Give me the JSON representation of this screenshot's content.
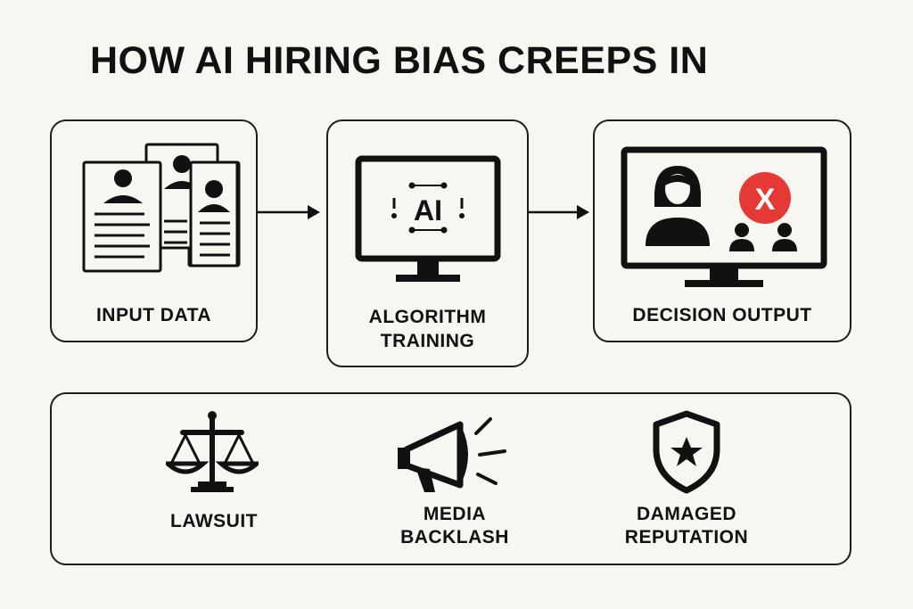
{
  "title": "HOW AI HIRING BIAS CREEPS IN",
  "stages": [
    {
      "label_lines": [
        "INPUT DATA"
      ]
    },
    {
      "label_lines": [
        "ALGORITHM",
        "TRAINING"
      ],
      "screen_text": "AI"
    },
    {
      "label_lines": [
        "DECISION OUTPUT"
      ],
      "reject_mark": "X"
    }
  ],
  "consequences": [
    {
      "label_lines": [
        "LAWSUIT"
      ],
      "icon": "scales-icon"
    },
    {
      "label_lines": [
        "MEDIA",
        "BACKLASH"
      ],
      "icon": "megaphone-icon"
    },
    {
      "label_lines": [
        "DAMAGED",
        "REPUTATION"
      ],
      "icon": "shield-star-icon"
    }
  ],
  "colors": {
    "background": "#f8f6f1",
    "ink": "#111111",
    "reject": "#e53935"
  }
}
